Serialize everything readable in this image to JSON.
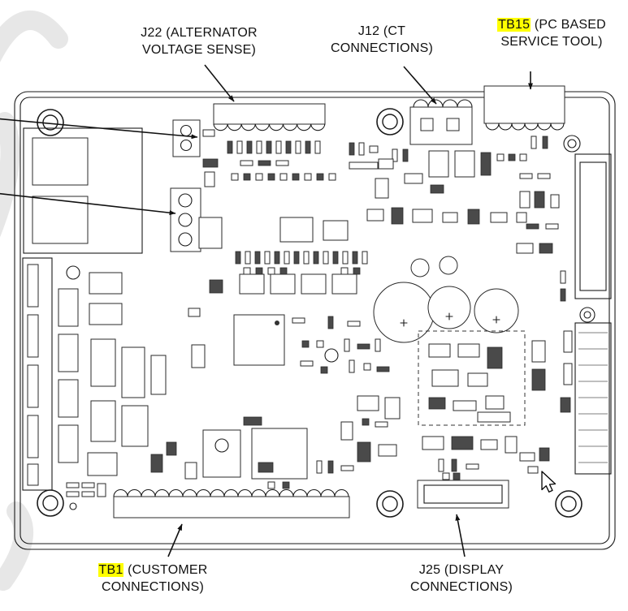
{
  "diagram": {
    "type": "pcb-callout-diagram"
  },
  "callouts": {
    "j22": {
      "line1": "J22 (ALTERNATOR",
      "line2": "VOLTAGE SENSE)"
    },
    "j12": {
      "line1": "J12 (CT",
      "line2": "CONNECTIONS)"
    },
    "tb15": {
      "highlight": "TB15",
      "after": " (PC BASED",
      "line2": "SERVICE TOOL)"
    },
    "tb1": {
      "highlight": "TB1",
      "after": " (CUSTOMER",
      "line2": "CONNECTIONS)"
    },
    "j25": {
      "line1": "J25 (DISPLAY",
      "line2": "CONNECTIONS)"
    }
  },
  "colors": {
    "highlight": "#ffff00",
    "ink": "#111111",
    "board_fill": "#ffffff",
    "watermark": "#d4d4d4"
  }
}
